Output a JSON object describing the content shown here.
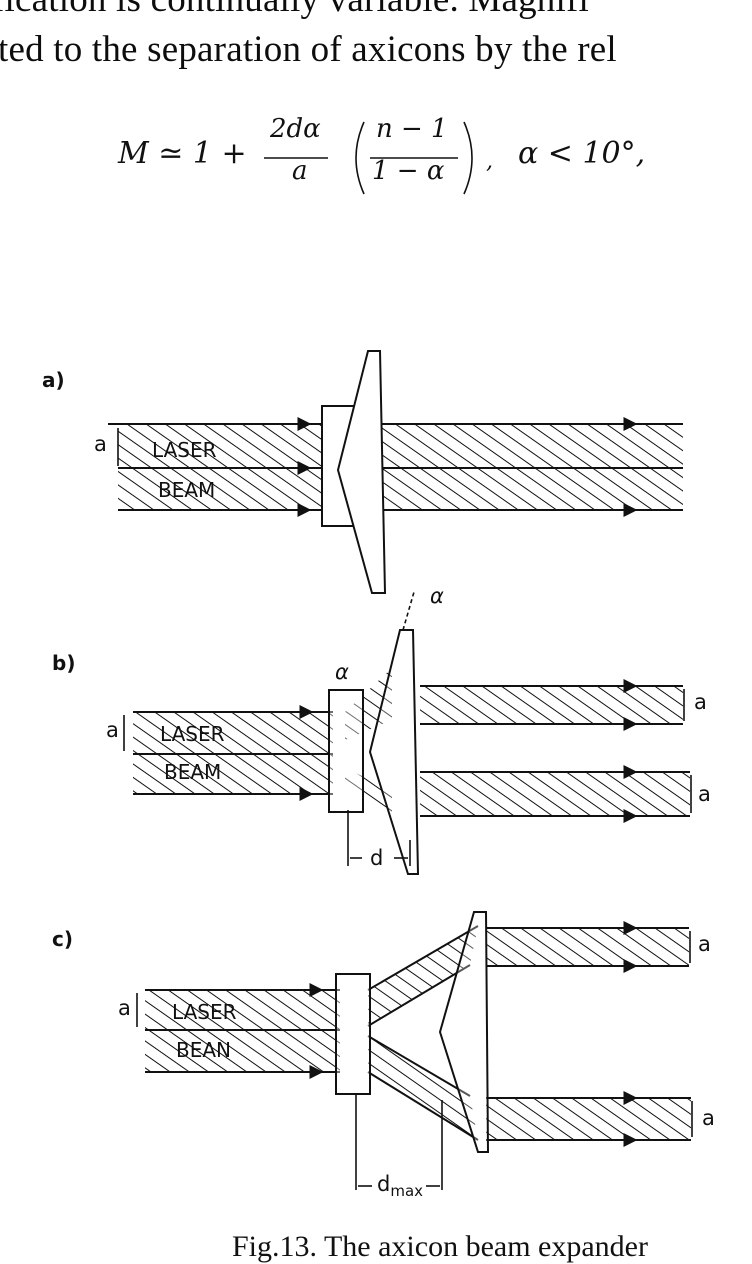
{
  "text": {
    "line1": "fication is continually variable.  Magnifi",
    "line2": "ted to the separation of axicons by the rel",
    "caption": "Fig.13.  The axicon beam expander"
  },
  "equation": {
    "lhs": "M ≃ 1 +",
    "frac_num": "2dα",
    "frac_den": "a",
    "paren_num": "n − 1",
    "paren_den": "1 − α",
    "condition": "α < 10°,"
  },
  "figure": {
    "panel_a": {
      "label": "a)",
      "beam_size_label": "a",
      "beam_line1": "LASER",
      "beam_line2": "BEAM"
    },
    "panel_b": {
      "label": "b)",
      "beam_size_label": "a",
      "beam_line1": "LASER",
      "beam_line2": "BEAM",
      "angle_label_1": "α",
      "angle_label_2": "α",
      "distance_label": "d",
      "out_label_upper": "a",
      "out_label_lower": "a"
    },
    "panel_c": {
      "label": "c)",
      "beam_size_label": "a",
      "beam_line1": "LASER",
      "beam_line2": "BEAN",
      "distance_label": "d",
      "distance_subscript": "max",
      "out_label_upper": "a",
      "out_label_lower": "a"
    }
  }
}
